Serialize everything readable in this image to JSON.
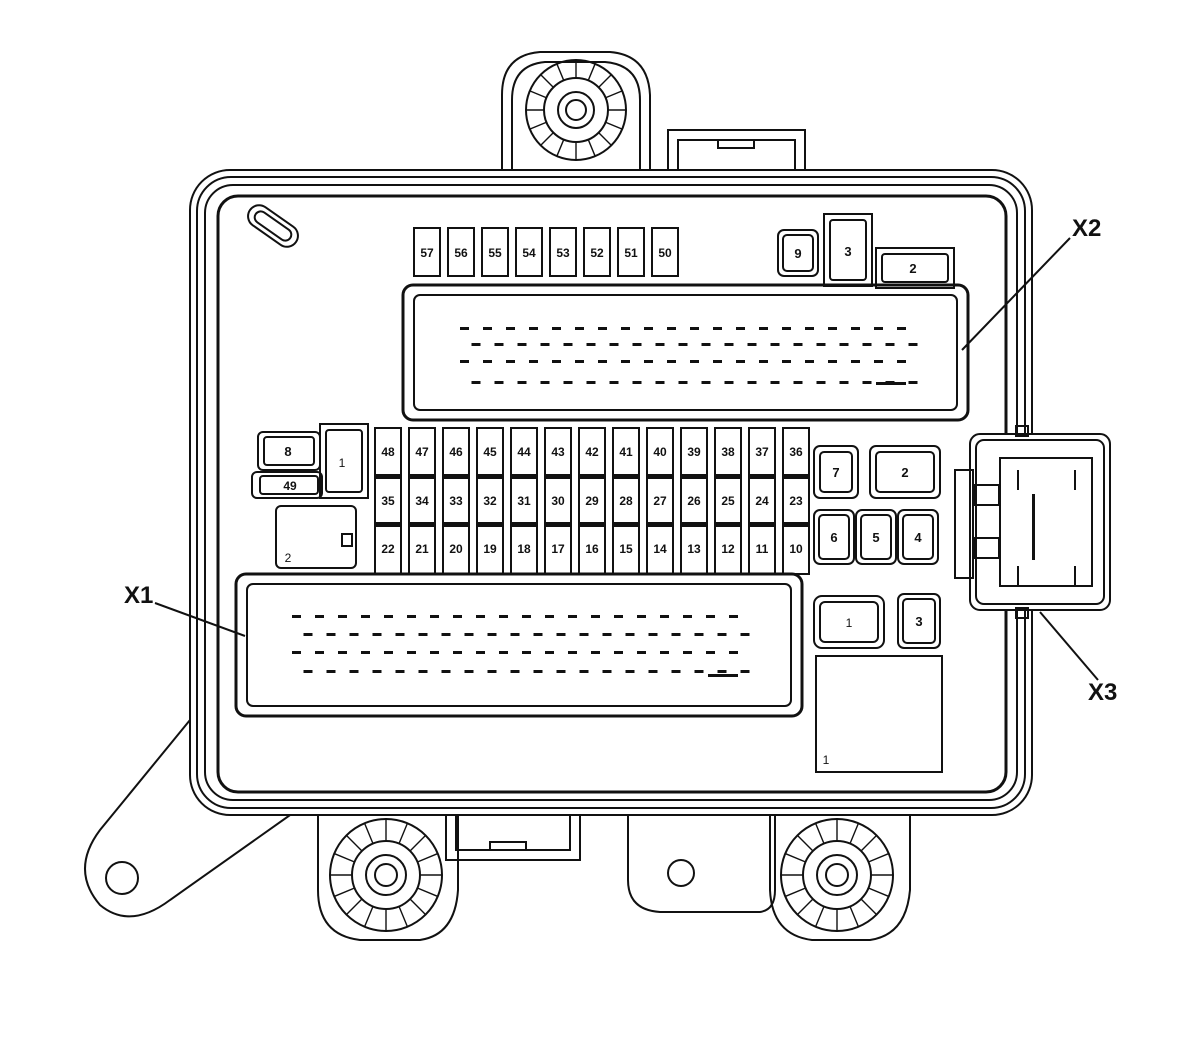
{
  "fuses": {
    "top_row": [
      "57",
      "56",
      "55",
      "54",
      "53",
      "52",
      "51",
      "50"
    ],
    "row_upper": [
      "48",
      "47",
      "46",
      "45",
      "44",
      "43",
      "42",
      "41",
      "40",
      "39",
      "38",
      "37",
      "36"
    ],
    "row_middle": [
      "35",
      "34",
      "33",
      "32",
      "31",
      "30",
      "29",
      "28",
      "27",
      "26",
      "25",
      "24",
      "23"
    ],
    "row_lower": [
      "22",
      "21",
      "20",
      "19",
      "18",
      "17",
      "16",
      "15",
      "14",
      "13",
      "12",
      "11",
      "10"
    ],
    "left": {
      "f8": "8",
      "f49": "49"
    },
    "right_top": "9"
  },
  "relays": {
    "upper_right_3": "3",
    "upper_right_2": "2",
    "left_1": "1",
    "left_2": "2",
    "right_7": "7",
    "right_2": "2",
    "right_6": "6",
    "right_5": "5",
    "right_4": "4",
    "right_1": "1",
    "right_3": "3",
    "big_1": "1"
  },
  "connectors": {
    "x1": "X1",
    "x2": "X2",
    "x3": "X3"
  }
}
